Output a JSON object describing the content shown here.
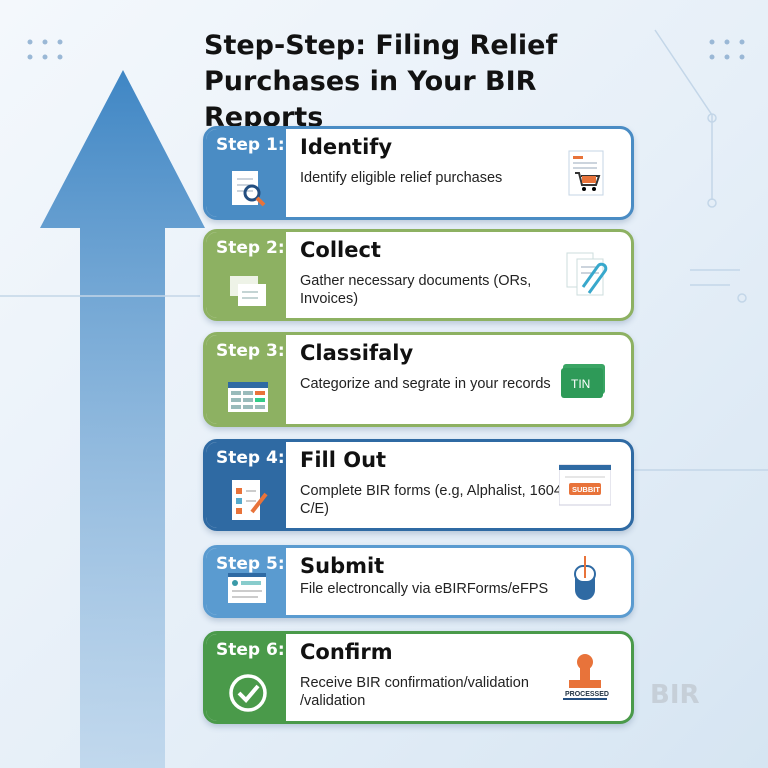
{
  "title": "Step-Step: Filing Relief Purchases in Your BIR Reports",
  "watermark": "BIR",
  "steps": [
    {
      "step": "Step 1:",
      "heading": "Identify",
      "desc": "Identify eligible relief purchases",
      "color": "#4a8cc4",
      "left_icon": "document-search-icon",
      "right_icon": "receipt-cart-icon"
    },
    {
      "step": "Step 2:",
      "heading": "Collect",
      "desc": "Gather necessary documents (ORs, Invoices)",
      "color": "#8db162",
      "left_icon": "documents-icon",
      "right_icon": "paperclip-documents-icon"
    },
    {
      "step": "Step 3:",
      "heading": "Classifaly",
      "desc": "Categorize and segrate in your records",
      "color": "#8db162",
      "left_icon": "spreadsheet-icon",
      "right_icon": "tin-card-icon",
      "right_label": "TIN"
    },
    {
      "step": "Step 4:",
      "heading": "Fill Out",
      "desc": "Complete BIR forms (e.g, Alphalist, 1604-C/E)",
      "color": "#2f6aa3",
      "left_icon": "checklist-pencil-icon",
      "right_icon": "submit-window-icon",
      "right_label": "SUBBIT"
    },
    {
      "step": "Step 5:",
      "heading": "Submit",
      "desc": "File electroncally via eBIRForms/eFPS",
      "color": "#5a9bd0",
      "left_icon": "web-form-icon",
      "right_icon": "mouse-icon"
    },
    {
      "step": "Step 6:",
      "heading": "Confirm",
      "desc": "Receive BIR confirmation/validation /validation",
      "color": "#4a9a4a",
      "left_icon": "checkmark-circle-icon",
      "right_icon": "processed-stamp-icon",
      "right_label": "PROCESSED"
    }
  ]
}
